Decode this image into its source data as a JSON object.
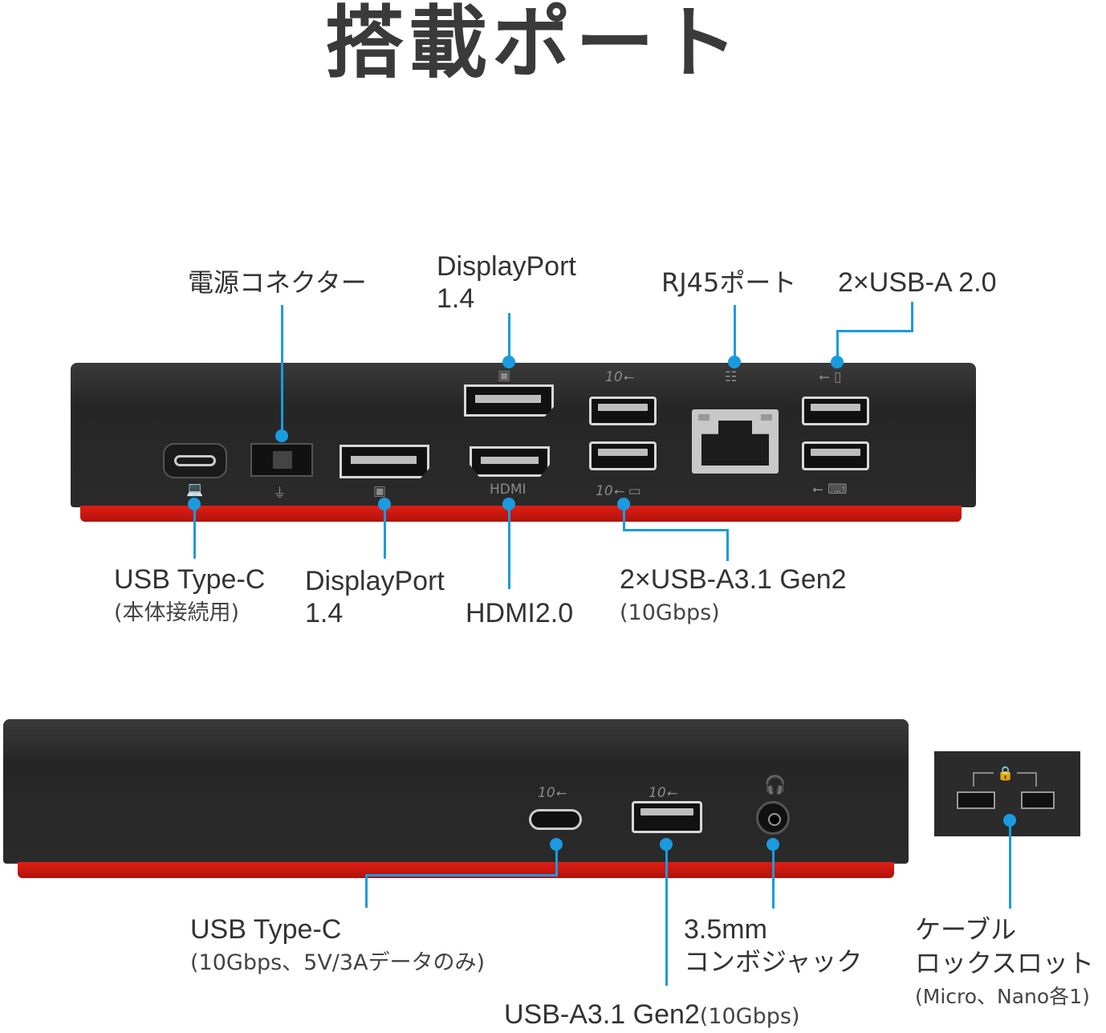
{
  "title": "搭載ポート",
  "top_labels": {
    "power": "電源コネクター",
    "dp_top_line1": "DisplayPort",
    "dp_top_line2": "1.4",
    "rj45": "RJ45ポート",
    "usb20": "2×USB-A 2.0",
    "usbc_main": "USB Type-C",
    "usbc_main_sub": "(本体接続用)",
    "dp_bottom_line1": "DisplayPort",
    "dp_bottom_line2": "1.4",
    "hdmi": "HDMI2.0",
    "usb31": "2×USB-A3.1 Gen2",
    "usb31_sub": "(10Gbps)"
  },
  "port_glyphs": {
    "hdmi_text": "HDMI",
    "speed_10": "10"
  },
  "front_labels": {
    "usbc_front": "USB Type-C",
    "usbc_front_sub": "(10Gbps、5V/3Aデータのみ)",
    "audio_line1": "3.5mm",
    "audio_line2": "コンボジャック",
    "usba_front": "USB-A3.1 Gen2",
    "usba_front_sub": "(10Gbps)",
    "lock_line1": "ケーブル",
    "lock_line2": "ロックスロット",
    "lock_sub": "(Micro、Nano各1)"
  },
  "colors": {
    "accent": "#1a9be0",
    "dock_body": "#2a2a2a",
    "dock_base": "#d4190f"
  }
}
